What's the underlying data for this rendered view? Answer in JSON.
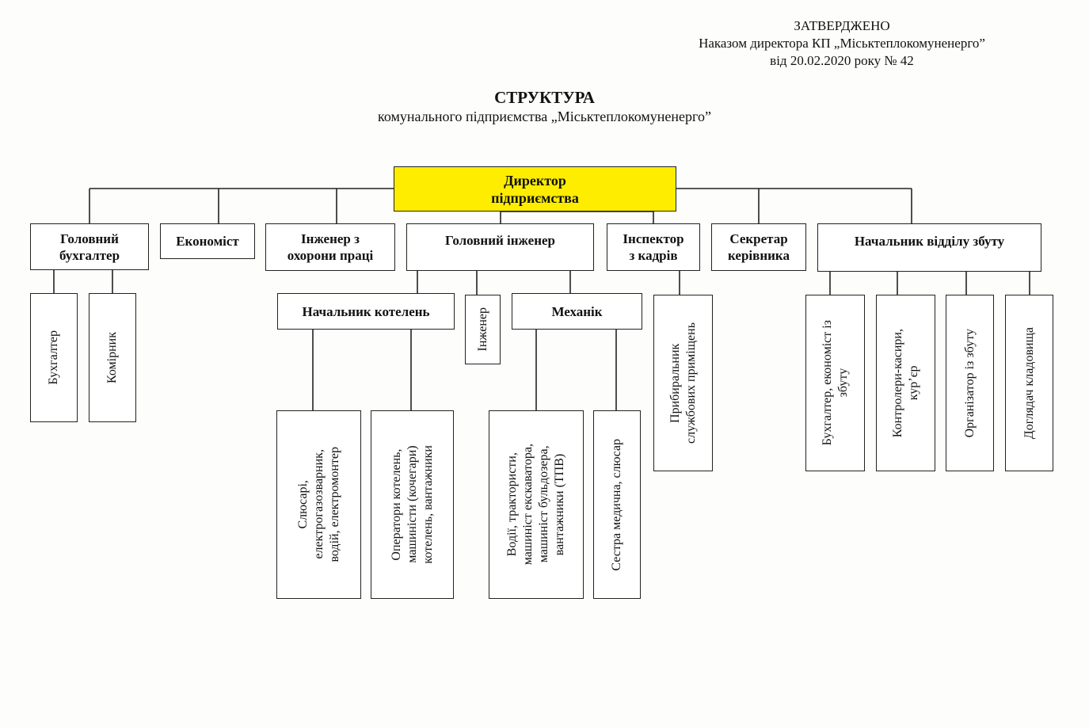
{
  "approval": {
    "line1": "ЗАТВЕРДЖЕНО",
    "line2": "Наказом директора КП „Міськтеплокомуненерго”",
    "line3": "від 20.02.2020 року № 42"
  },
  "title": {
    "heading": "СТРУКТУРА",
    "subheading": "комунального підприємства „Міськтеплокомуненерго”"
  },
  "colors": {
    "director_fill": "#ffed00",
    "line": "#222222"
  },
  "org": {
    "director": "Директор\nпідприємства",
    "chief_accountant": "Головний\nбухгалтер",
    "economist": "Економіст",
    "safety_engineer": "Інженер з\nохорони праці",
    "chief_engineer": "Головний інженер",
    "hr_inspector": "Інспектор\nз кадрів",
    "secretary": "Секретар\nкерівника",
    "sales_head": "Начальник відділу збуту",
    "accountant": "Бухгалтер",
    "storekeeper": "Комірник",
    "boiler_head": "Начальник котелень",
    "engineer": "Інженер",
    "mechanic": "Механік",
    "cleaner": "Прибиральник\nслужбових приміщень",
    "sales_accountant": "Бухгалтер, економіст із\nзбуту",
    "cashiers": "Контролери-касири,\nкур’єр",
    "sales_organizer": "Організатор із збуту",
    "warehouse_keeper": "Доглядач кладовища",
    "fitters": "Слюсарі,\nелектрогазозварник,\nводій, електромонтер",
    "boiler_operators": "Оператори котелень,\nмашиністи (кочегари)\nкотелень, вантажники",
    "drivers": "Водії, трактористи,\nмашиніст екскаватора,\nмашиніст бульдозера,\nвантажники (ТПВ)",
    "nurse": "Сестра медична, слюсар"
  }
}
